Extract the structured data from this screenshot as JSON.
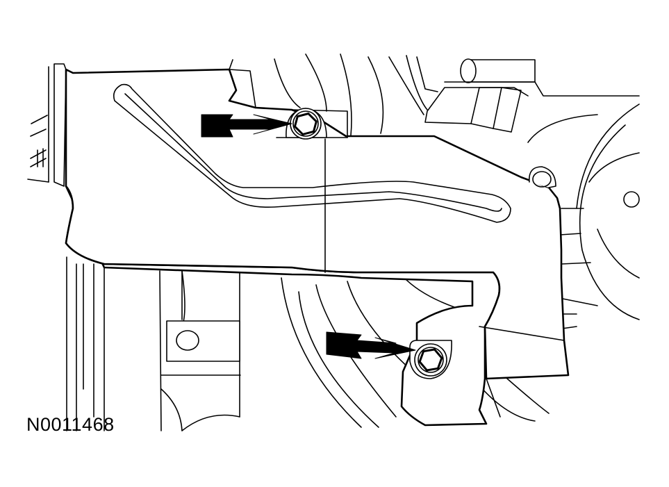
{
  "figure": {
    "id_label": "N0011468"
  },
  "callouts": [
    {
      "name": "upper-bolt",
      "icon": "hex-bolt-icon",
      "arrow": "arrow-right-icon"
    },
    {
      "name": "lower-bolt",
      "icon": "hex-bolt-icon",
      "arrow": "arrow-right-icon"
    }
  ],
  "colors": {
    "line": "#000000",
    "background": "#ffffff"
  }
}
